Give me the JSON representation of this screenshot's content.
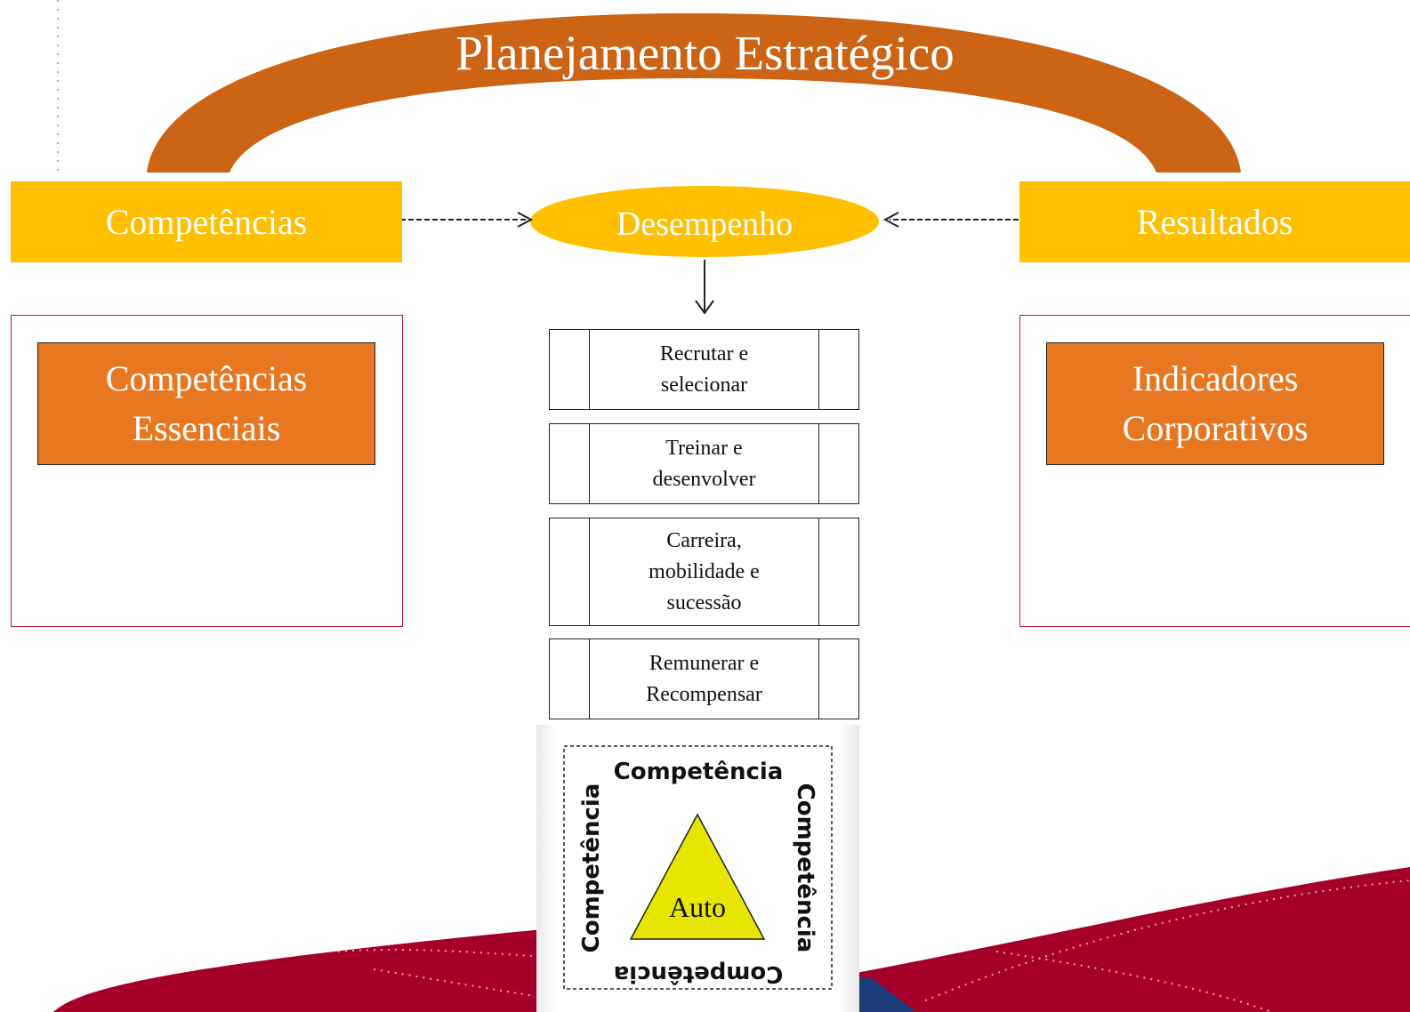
{
  "title": "Planejamento Estratégico",
  "top_boxes": {
    "left": "Competências",
    "center": "Desempenho",
    "right": "Resultados"
  },
  "side_boxes": {
    "left_line1": "Competências",
    "left_line2": "Essenciais",
    "right_line1": "Indicadores",
    "right_line2": "Corporativos"
  },
  "process_steps": [
    {
      "line1": "Recrutar e",
      "line2": "selecionar"
    },
    {
      "line1": "Treinar e",
      "line2": "desenvolver"
    },
    {
      "line1": "Carreira,",
      "line2": "mobilidade e",
      "line3": "sucessão"
    },
    {
      "line1": "Remunerar e",
      "line2": "Recompensar"
    }
  ],
  "competency_square": {
    "top": "Competência",
    "right": "Competência",
    "bottom": "Competência",
    "left": "Competência",
    "center": "Auto"
  },
  "colors": {
    "arc": "#cc6315",
    "yellow": "#ffc000",
    "orange": "#e87722",
    "frame": "#b22234",
    "triangle": "#e6e600",
    "wave_red": "#a5002a",
    "wave_blue": "#1b3e7a"
  }
}
